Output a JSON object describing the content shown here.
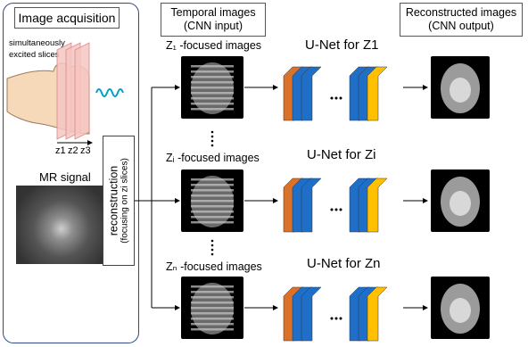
{
  "acquisition": {
    "title": "Image acquisition",
    "slices_label_line1": "simultaneously",
    "slices_label_line2": "excited slices",
    "z_labels": [
      "z1",
      "z2",
      "z3"
    ],
    "axis_label": "z",
    "mr_signal_label": "MR signal"
  },
  "reconstruction": {
    "label": "reconstruction",
    "sublabel": "(focusing on zi slices)"
  },
  "headers": {
    "temporal_line1": "Temporal images",
    "temporal_line2": "(CNN input)",
    "reconstructed_line1": "Reconstructed images",
    "reconstructed_line2": "(CNN output)"
  },
  "rows": [
    {
      "focus_label": "Z₁ -focused images",
      "unet_label": "U-Net for Z1"
    },
    {
      "focus_label": "Zᵢ -focused images",
      "unet_label": "U-Net for Zi"
    },
    {
      "focus_label": "Zₙ -focused images",
      "unet_label": "U-Net for Zn"
    }
  ],
  "colors": {
    "border_blue": "#2f4a8a",
    "layer_orange": "#d9722b",
    "layer_blue": "#1f6fc8",
    "layer_yellow": "#ffc000",
    "slice_pink": "#f4c6c2",
    "wave": "#00a0c8"
  }
}
